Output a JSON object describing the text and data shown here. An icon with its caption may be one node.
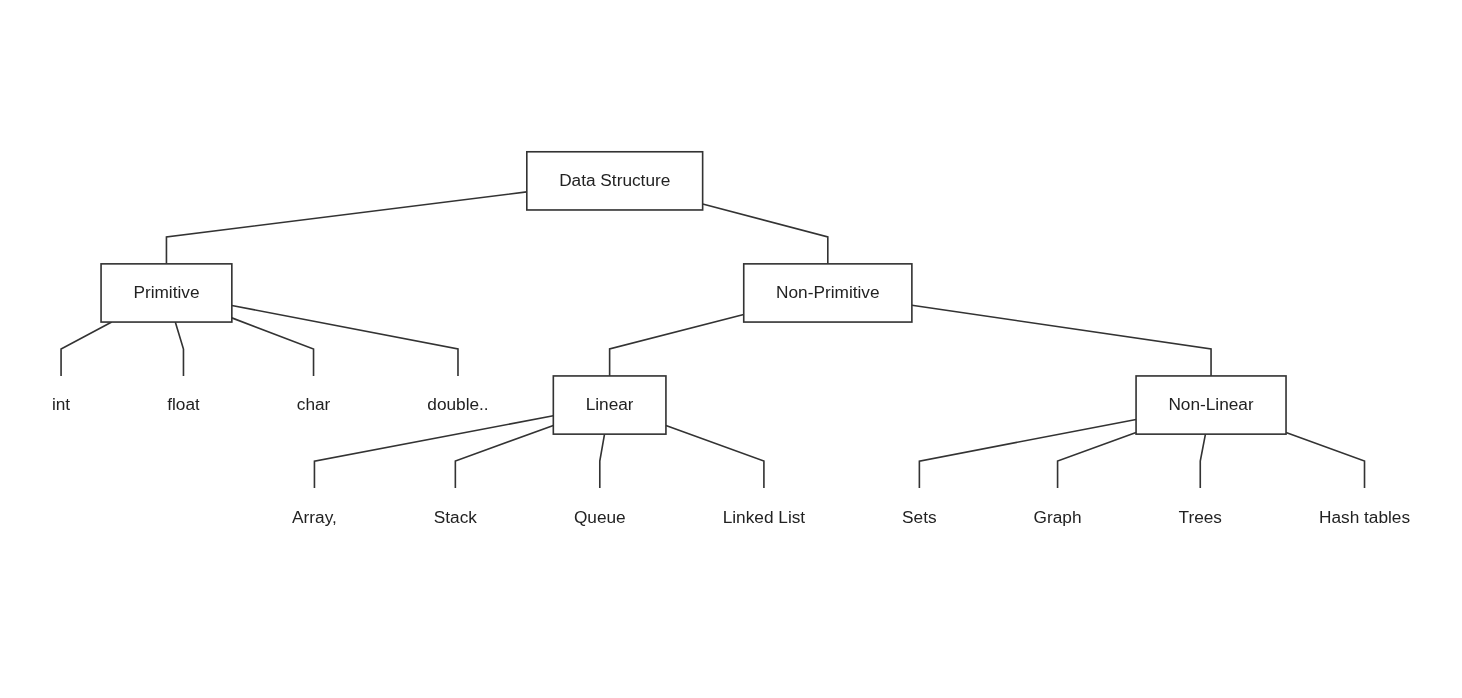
{
  "diagram": {
    "nodes": [
      {
        "text": [
          "Data Structure"
        ]
      },
      {
        "text": [
          "Primitive"
        ]
      },
      {
        "text": [
          "Non-Primitive"
        ]
      },
      {
        "text": [
          "int"
        ]
      },
      {
        "text": [
          "float"
        ]
      },
      {
        "text": [
          "char"
        ]
      },
      {
        "text": [
          "double.."
        ]
      },
      {
        "text": [
          "Linear"
        ]
      },
      {
        "text": [
          "Non-Linear"
        ]
      },
      {
        "text": [
          "Array,"
        ]
      },
      {
        "text": [
          "Stack"
        ]
      },
      {
        "text": [
          "Queue"
        ]
      },
      {
        "text": [
          "Linked List"
        ]
      },
      {
        "text": [
          "Sets"
        ]
      },
      {
        "text": [
          "Graph"
        ]
      },
      {
        "text": [
          "Trees"
        ]
      },
      {
        "text": [
          "Hash tables"
        ]
      }
    ],
    "edges": [
      {
        "from": 0,
        "to": 1,
        "arrow": "none"
      },
      {
        "from": 0,
        "to": 2,
        "arrow": "none"
      },
      {
        "from": 1,
        "to": 3,
        "arrow": "none"
      },
      {
        "from": 1,
        "to": 4,
        "arrow": "none"
      },
      {
        "from": 1,
        "to": 5,
        "arrow": "none"
      },
      {
        "from": 1,
        "to": 6,
        "arrow": "none"
      },
      {
        "from": 2,
        "to": 7,
        "arrow": "none"
      },
      {
        "from": 2,
        "to": 8,
        "arrow": "none"
      },
      {
        "from": 7,
        "to": 9,
        "arrow": "none"
      },
      {
        "from": 7,
        "to": 10,
        "arrow": "none"
      },
      {
        "from": 7,
        "to": 11,
        "arrow": "none"
      },
      {
        "from": 7,
        "to": 12,
        "arrow": "none"
      },
      {
        "from": 8,
        "to": 13,
        "arrow": "none"
      },
      {
        "from": 8,
        "to": 14,
        "arrow": "none"
      },
      {
        "from": 8,
        "to": 15,
        "arrow": "none"
      },
      {
        "from": 8,
        "to": 16,
        "arrow": "none"
      }
    ]
  }
}
